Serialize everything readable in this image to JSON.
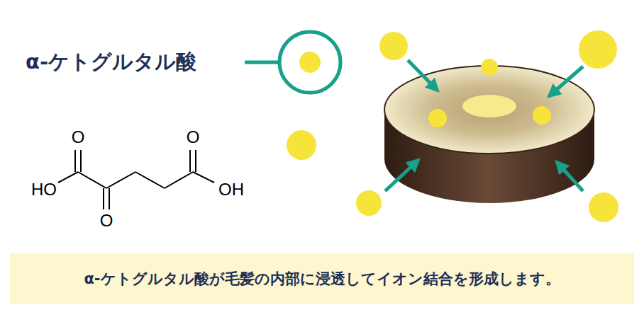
{
  "diagram": {
    "title": "α-ケトグルタル酸",
    "caption": "α-ケトグルタル酸が毛髪の内部に浸透してイオン結合を形成します。",
    "labels": [
      "O",
      "O",
      "HO",
      "OH",
      "O"
    ]
  }
}
